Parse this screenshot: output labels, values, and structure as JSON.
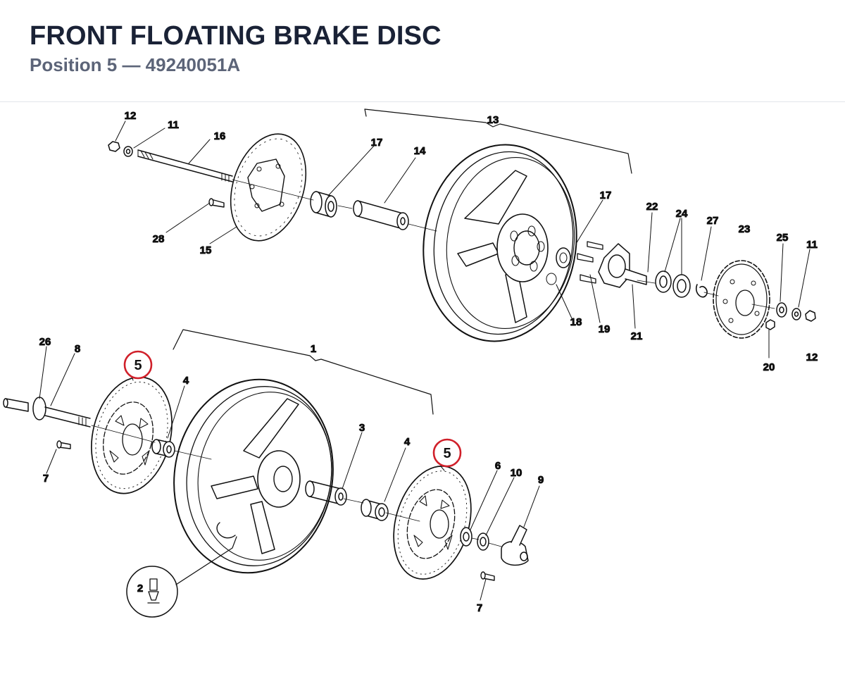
{
  "header": {
    "title": "FRONT FLOATING BRAKE DISC",
    "subtitle": "Position 5 — 49240051A"
  },
  "highlight_color": "#d0202a",
  "diagram": {
    "callouts_upper": [
      "12",
      "11",
      "16",
      "28",
      "15",
      "17",
      "14",
      "13",
      "17",
      "18",
      "19",
      "21",
      "22",
      "24",
      "27",
      "23",
      "25",
      "11",
      "12",
      "20"
    ],
    "callouts_lower": [
      "26",
      "8",
      "7",
      "4",
      "1",
      "3",
      "4",
      "6",
      "10",
      "9",
      "7",
      "2"
    ],
    "highlighted_callouts": [
      "5",
      "5"
    ]
  }
}
